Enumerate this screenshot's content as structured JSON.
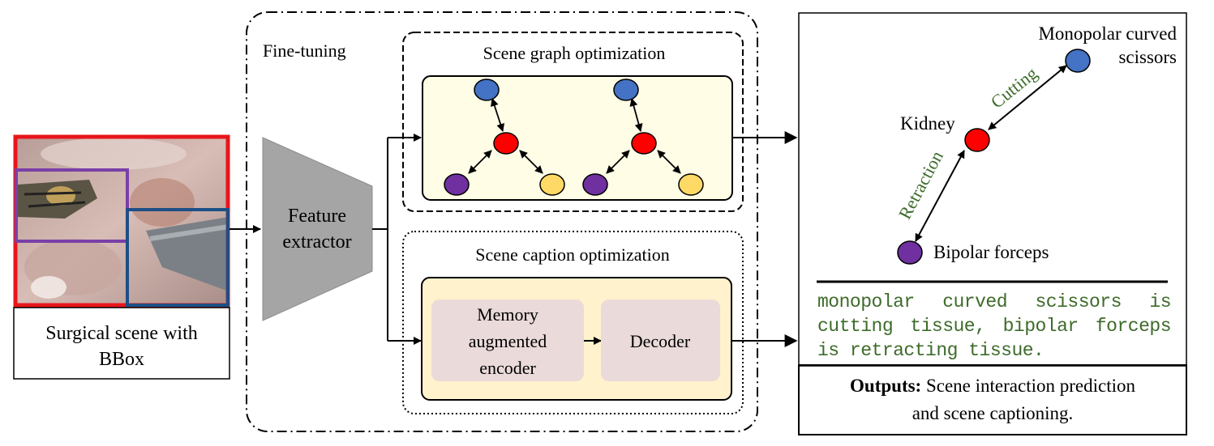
{
  "input": {
    "label_line1": "Surgical scene with",
    "label_line2": "BBox",
    "colors": {
      "full_scene": "#e8161b",
      "instrument": "#7a3fa8",
      "tool": "#1d4f86"
    }
  },
  "fine_tuning": {
    "title": "Fine-tuning",
    "feature_extractor_line1": "Feature",
    "feature_extractor_line2": "extractor"
  },
  "scene_graph": {
    "title": "Scene graph optimization",
    "node_colors": {
      "top": "#4472c4",
      "center": "#ff0000",
      "left": "#7030a0",
      "right": "#ffd966"
    }
  },
  "scene_caption": {
    "title": "Scene caption optimization",
    "encoder_line1": "Memory",
    "encoder_line2": "augmented",
    "encoder_line3": "encoder",
    "decoder": "Decoder"
  },
  "output_graph": {
    "monopolar_line1": "Monopolar curved",
    "monopolar_line2": "scissors",
    "kidney": "Kidney",
    "bipolar": "Bipolar forceps",
    "edge_cutting": "Cutting",
    "edge_retraction": "Retraction",
    "edge_color": "#3d6b2a"
  },
  "caption_text": "monopolar curved scissors is cutting tissue, bipolar forceps is retracting tissue.",
  "outputs": {
    "bold": "Outputs:",
    "line1_rest": " Scene interaction prediction",
    "line2": "and scene captioning."
  }
}
